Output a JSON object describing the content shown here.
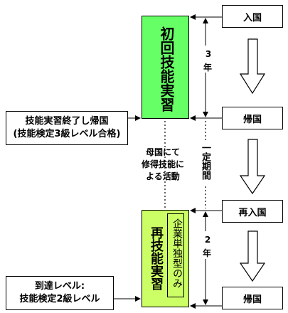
{
  "colors": {
    "first_block": "#66ff66",
    "second_block": "#ccff66",
    "line": "#000000"
  },
  "flow_boxes": {
    "entry": "入国",
    "return_home_1": "帰国",
    "reentry": "再入国",
    "return_home_2": "帰国"
  },
  "blocks": {
    "first_training": "初回技能実習",
    "second_training": "再技能実習",
    "company_only": "企業単独型のみ"
  },
  "durations": {
    "first_years_number": "3",
    "first_years_unit": "年",
    "second_years_number": "2",
    "second_years_unit": "年",
    "fixed_period": "一定期間"
  },
  "notes": {
    "end_line1": "技能実習終了し帰国",
    "end_line2": "(技能検定3級レベル合格)",
    "home_line1": "母国にて",
    "home_line2": "修得技能に",
    "home_line3": "よる活動",
    "target_line1": "到達レベル:",
    "target_line2": "技能検定2級レベル"
  }
}
